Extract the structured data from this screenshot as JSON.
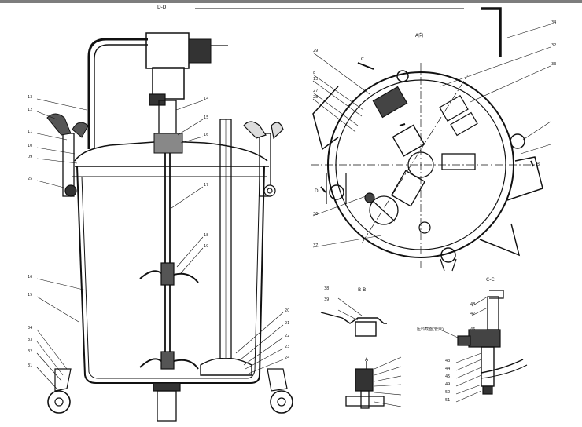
{
  "section_labels": {
    "dd": "D-D",
    "a_view": "A向",
    "bb": "B-B",
    "cc": "C-C",
    "a_sec": "A",
    "c_mark": "C",
    "d_mark": "D",
    "b_mark": "B",
    "gauge_note": "压料截面(管束)"
  },
  "callouts_left": [
    "13",
    "12",
    "11",
    "10",
    "09",
    "25",
    "16",
    "15",
    "34",
    "33",
    "32",
    "31"
  ],
  "callouts_center": [
    "14",
    "15",
    "16",
    "17",
    "18",
    "19",
    "20",
    "21",
    "22",
    "23",
    "24"
  ],
  "callouts_top_view": [
    "29",
    "8",
    "13",
    "27",
    "28",
    "32",
    "33",
    "34",
    "36",
    "37"
  ],
  "callouts_detail": [
    "38",
    "39",
    "43",
    "44",
    "45",
    "46",
    "47",
    "48",
    "49",
    "50",
    "51"
  ],
  "colors": {
    "line": "#111111",
    "bar": "#7d7d7d"
  }
}
